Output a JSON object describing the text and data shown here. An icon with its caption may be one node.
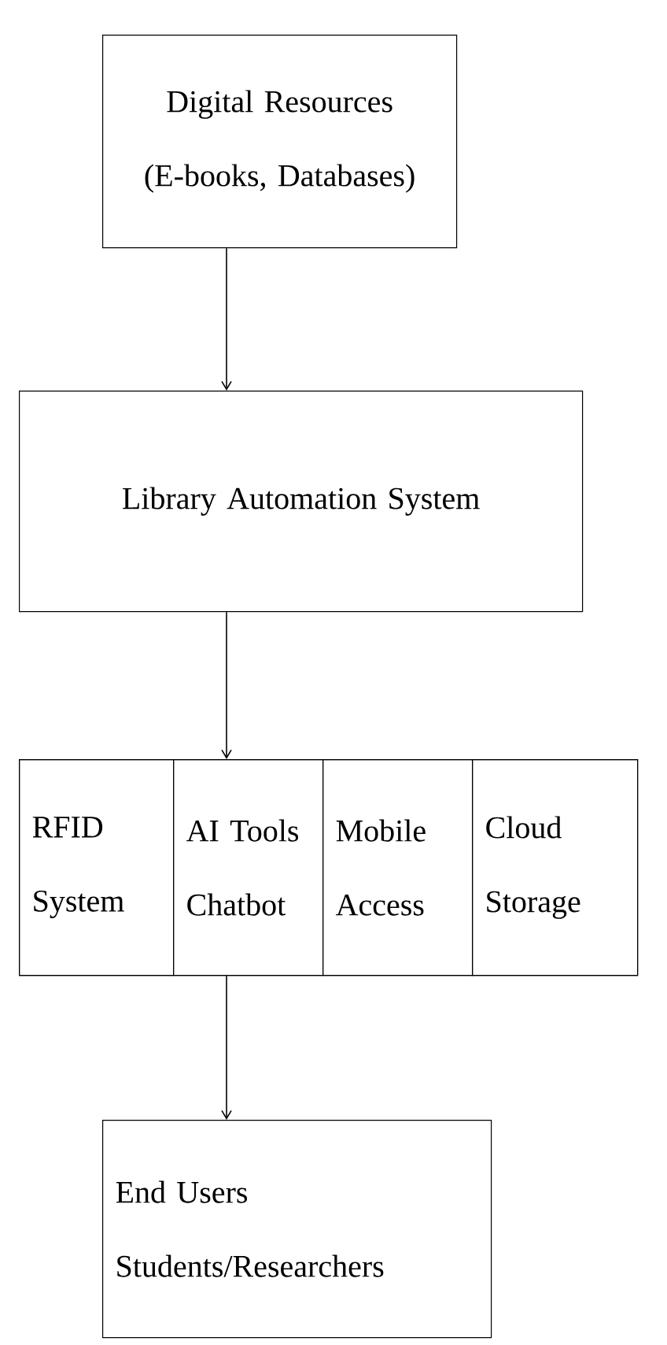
{
  "diagram": {
    "nodes": [
      {
        "text": [
          "Digital Resources",
          "(E-books, Databases)"
        ]
      },
      {
        "text": [
          "Library Automation System"
        ]
      },
      {
        "text": [],
        "shape": "box"
      },
      {
        "text": [
          "RFID System"
        ],
        "in": 2
      },
      {
        "text": [
          "AI Tools Chatbot"
        ],
        "in": 2
      },
      {
        "text": [
          "Mobile Access"
        ],
        "in": 2
      },
      {
        "text": [
          "Cloud Storage"
        ],
        "in": 2
      },
      {
        "text": [
          "End Users",
          "Students/Researchers"
        ]
      }
    ],
    "edges": [
      {
        "from": 0,
        "to": 1,
        "arrow": "to"
      },
      {
        "from": 1,
        "to": 2,
        "arrow": "to"
      },
      {
        "from": 2,
        "to": 7,
        "arrow": "to"
      }
    ]
  }
}
